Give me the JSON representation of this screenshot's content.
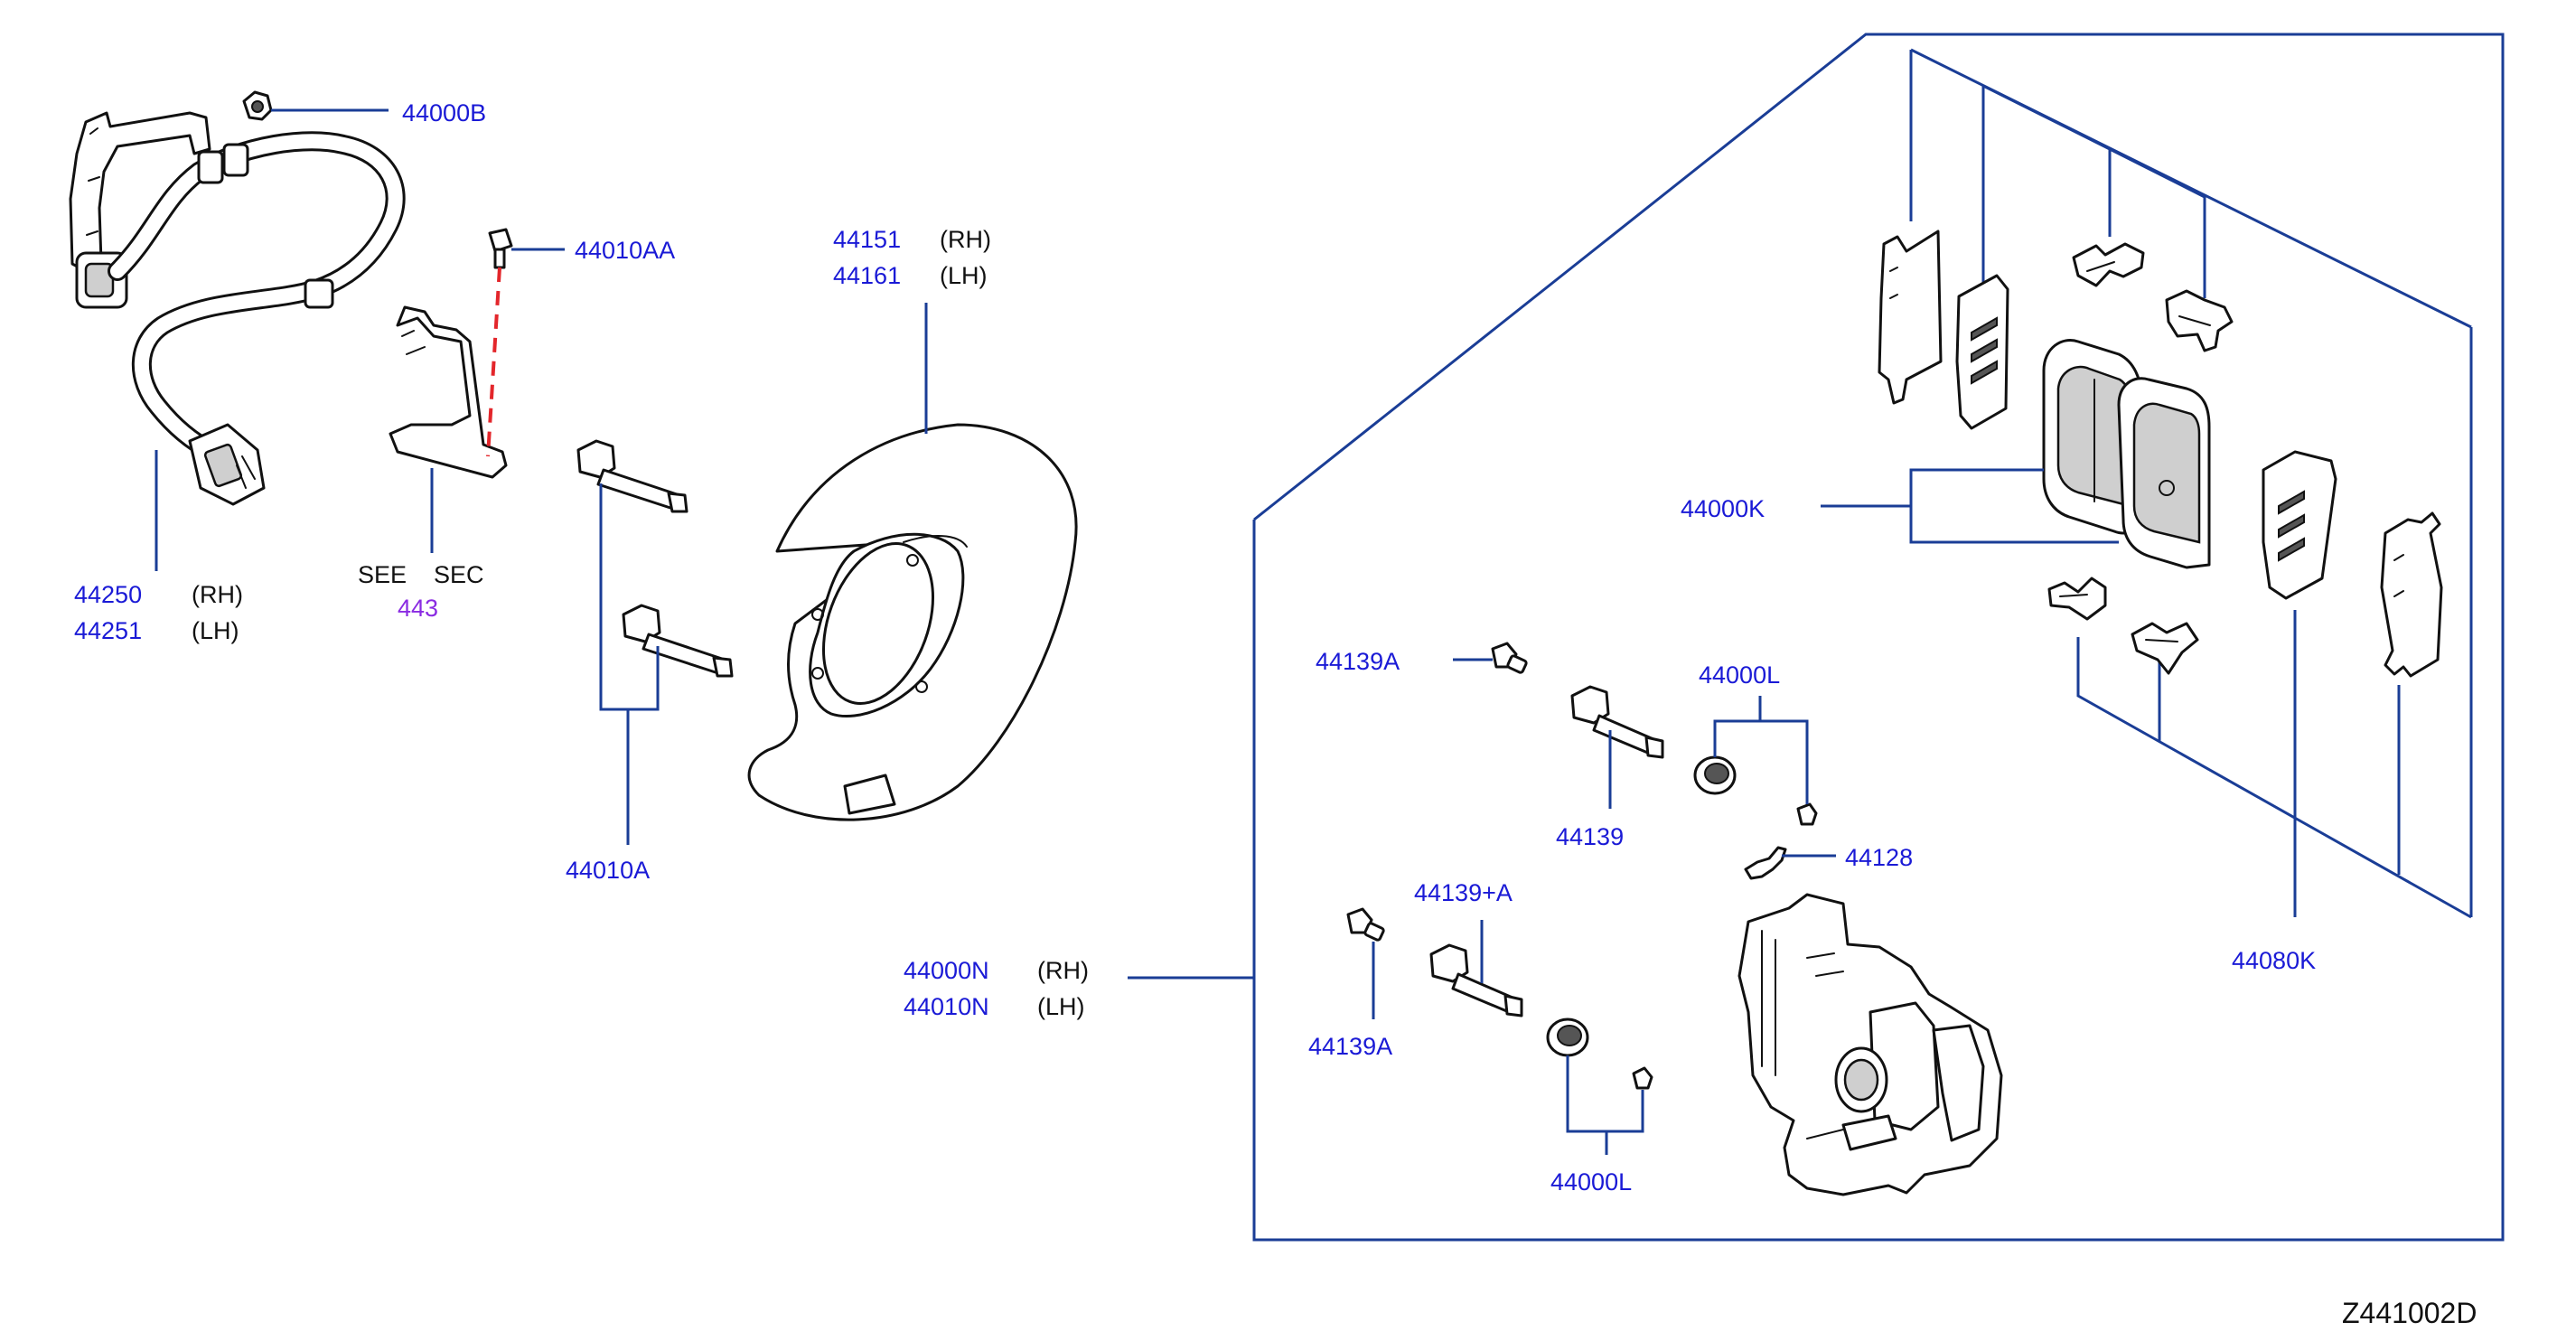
{
  "diagram": {
    "code": "Z441002D",
    "labels": {
      "sensor_bolt": "44000B",
      "bolt_aa": "44010AA",
      "harness_rh": "44250",
      "harness_lh": "44251",
      "see_a": "SEE",
      "see_b": "SEC",
      "section": "443",
      "plate_rh": "44151",
      "plate_lh": "44161",
      "plate_bolts": "44010A",
      "bleeder_a_upper": "44139A",
      "bleeder_a_lower": "44139A",
      "pin_bolt": "44139",
      "pin_bolt_a": "44139+A",
      "boot_upper": "44000L",
      "boot_lower": "44000L",
      "bleeder": "44128",
      "pad_kit": "44000K",
      "shim_kit": "44080K",
      "caliper_rh": "44000N",
      "caliper_lh": "44010N"
    },
    "side": {
      "rh": "(RH)",
      "lh": "(LH)"
    }
  }
}
